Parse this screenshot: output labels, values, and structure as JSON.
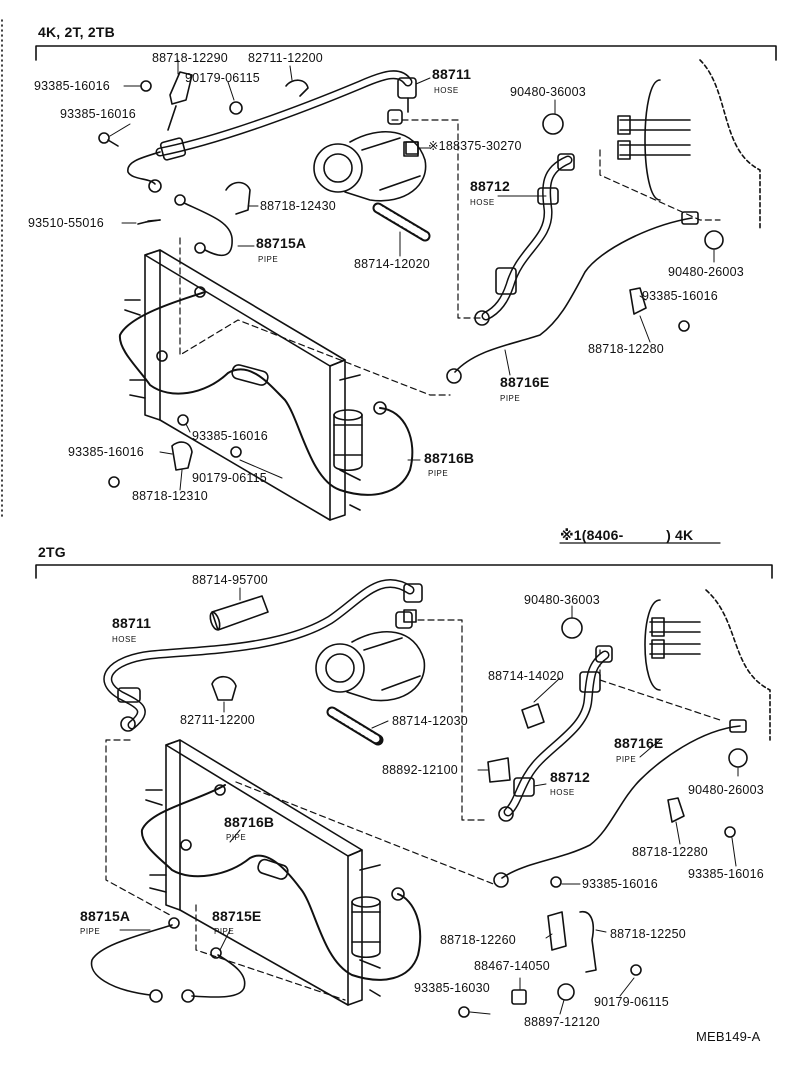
{
  "sections": {
    "top": "4K, 2T, 2TB",
    "bottom": "2TG",
    "note": "※1(8406-　　　) 4K"
  },
  "figure_code": "MEB149-A",
  "top_labels": [
    {
      "id": "t1",
      "text": "88718-12290"
    },
    {
      "id": "t2",
      "text": "82711-12200"
    },
    {
      "id": "t3",
      "text": "93385-16016"
    },
    {
      "id": "t4",
      "text": "90179-06115"
    },
    {
      "id": "t5",
      "text": "88711",
      "sub": "HOSE"
    },
    {
      "id": "t6",
      "text": "90480-36003"
    },
    {
      "id": "t7",
      "text": "93385-16016"
    },
    {
      "id": "t8",
      "text": "※188375-30270"
    },
    {
      "id": "t9",
      "text": "88712",
      "sub": "HOSE"
    },
    {
      "id": "t10",
      "text": "88718-12430"
    },
    {
      "id": "t11",
      "text": "93510-55016"
    },
    {
      "id": "t12",
      "text": "88715A",
      "sub": "PIPE"
    },
    {
      "id": "t13",
      "text": "88714-12020"
    },
    {
      "id": "t14",
      "text": "90480-26003"
    },
    {
      "id": "t15",
      "text": "93385-16016"
    },
    {
      "id": "t16",
      "text": "88718-12280"
    },
    {
      "id": "t17",
      "text": "88716E",
      "sub": "PIPE"
    },
    {
      "id": "t18",
      "text": "93385-16016"
    },
    {
      "id": "t19",
      "text": "93385-16016"
    },
    {
      "id": "t20",
      "text": "88716B",
      "sub": "PIPE"
    },
    {
      "id": "t21",
      "text": "90179-06115"
    },
    {
      "id": "t22",
      "text": "88718-12310"
    }
  ],
  "bottom_labels": [
    {
      "id": "b1",
      "text": "88714-95700"
    },
    {
      "id": "b2",
      "text": "90480-36003"
    },
    {
      "id": "b3",
      "text": "88711",
      "sub": "HOSE"
    },
    {
      "id": "b4",
      "text": "88714-14020"
    },
    {
      "id": "b5",
      "text": "82711-12200"
    },
    {
      "id": "b6",
      "text": "88714-12030"
    },
    {
      "id": "b7",
      "text": "88716E",
      "sub": "PIPE"
    },
    {
      "id": "b8",
      "text": "88892-12100"
    },
    {
      "id": "b9",
      "text": "88712",
      "sub": "HOSE"
    },
    {
      "id": "b10",
      "text": "90480-26003"
    },
    {
      "id": "b11",
      "text": "88716B",
      "sub": "PIPE"
    },
    {
      "id": "b12",
      "text": "88718-12280"
    },
    {
      "id": "b13",
      "text": "93385-16016"
    },
    {
      "id": "b14",
      "text": "93385-16016"
    },
    {
      "id": "b15",
      "text": "88715A",
      "sub": "PIPE"
    },
    {
      "id": "b16",
      "text": "88715E",
      "sub": "PIPE"
    },
    {
      "id": "b17",
      "text": "88718-12260"
    },
    {
      "id": "b18",
      "text": "88718-12250"
    },
    {
      "id": "b19",
      "text": "88467-14050"
    },
    {
      "id": "b20",
      "text": "93385-16030"
    },
    {
      "id": "b21",
      "text": "90179-06115"
    },
    {
      "id": "b22",
      "text": "88897-12120"
    }
  ]
}
